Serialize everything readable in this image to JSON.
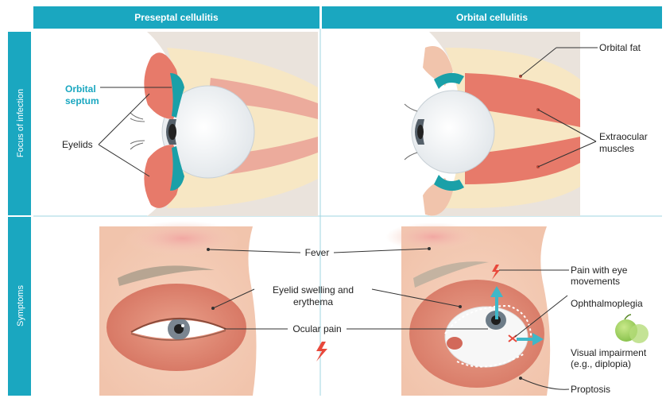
{
  "headers": {
    "left": "Preseptal cellulitis",
    "right": "Orbital cellulitis"
  },
  "side_labels": {
    "top": "Focus of infection",
    "bottom": "Symptoms"
  },
  "top_left": {
    "septum_line1": "Orbital",
    "septum_line2": "septum",
    "eyelids": "Eyelids"
  },
  "top_right": {
    "orbital_fat": "Orbital fat",
    "muscles_line1": "Extraocular",
    "muscles_line2": "muscles"
  },
  "symptoms": {
    "fever": "Fever",
    "swelling_line1": "Eyelid swelling and",
    "swelling_line2": "erythema",
    "ocular_pain": "Ocular pain",
    "pain_move_line1": "Pain with eye",
    "pain_move_line2": "movements",
    "ophthalmoplegia": "Ophthalmoplegia",
    "visual_line1": "Visual impairment",
    "visual_line2": "(e.g., diplopia)",
    "proptosis": "Proptosis"
  },
  "colors": {
    "panel_header": "#1aa7c0",
    "side_band": "#1aa7c0",
    "septum": "#1aa0a8",
    "muscle": "#e77a6a",
    "fat": "#f7e7c4",
    "skin": "#f3c8b0",
    "pain_icon": "#e8483b",
    "arrow": "#3fb7c8"
  },
  "icons": [
    "pain-bolt-icon",
    "green-apples-icon",
    "direction-arrow-icon"
  ]
}
